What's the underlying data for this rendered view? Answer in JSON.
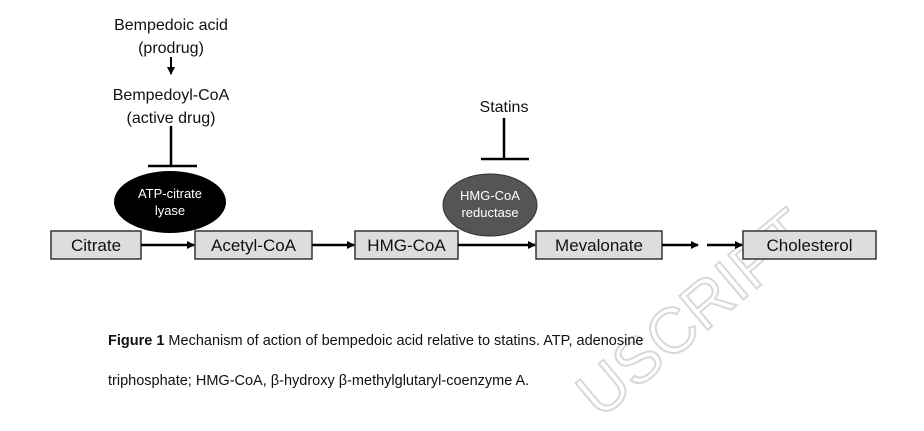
{
  "diagram": {
    "prodrug": {
      "line1": "Bempedoic acid",
      "line2": "(prodrug)"
    },
    "active_drug": {
      "line1": "Bempedoyl-CoA",
      "line2": "(active drug)"
    },
    "statins": "Statins",
    "enzymes": [
      {
        "line1": "ATP-citrate",
        "line2": "lyase",
        "color": "#000000"
      },
      {
        "line1": "HMG-CoA",
        "line2": "reductase",
        "color": "#555555"
      }
    ],
    "pathway": [
      "Citrate",
      "Acetyl-CoA",
      "HMG-CoA",
      "Mevalonate",
      "Cholesterol"
    ],
    "box_fill": "#dddddd"
  },
  "caption": {
    "label": "Figure 1",
    "line1": " Mechanism of action of bempedoic acid relative to statins. ATP, adenosine",
    "line2": "triphosphate; HMG-CoA, β-hydroxy β-methylglutaryl-coenzyme A."
  },
  "watermark": "USCRIPT"
}
